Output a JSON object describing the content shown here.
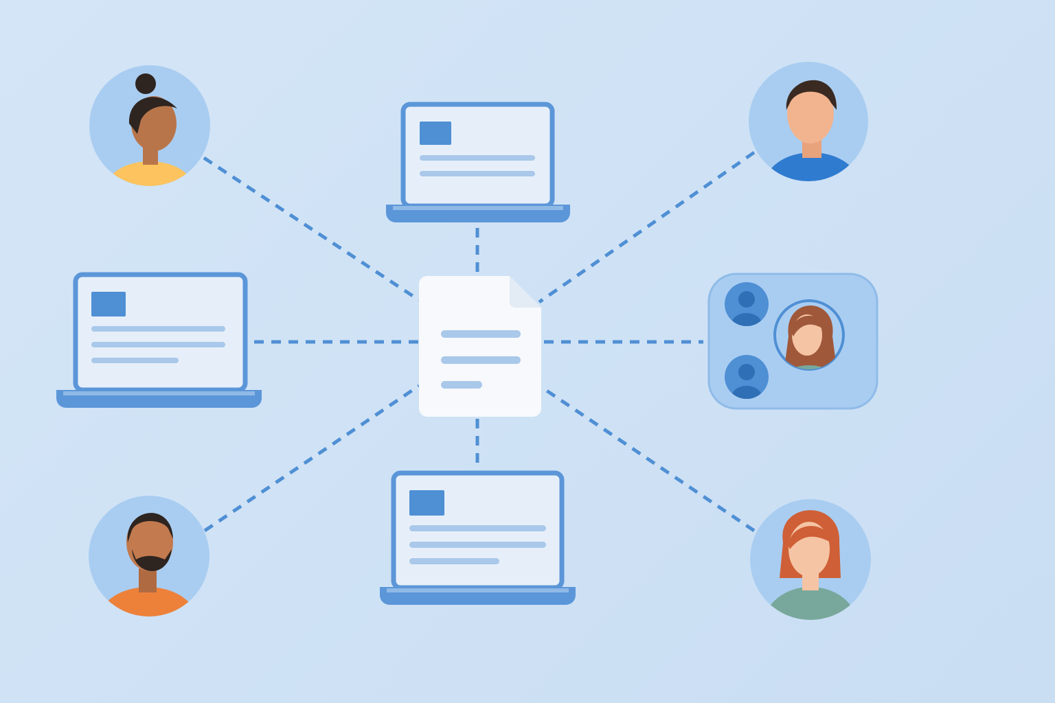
{
  "colors": {
    "background": "#cfe2f5",
    "accent": "#4f8fd4",
    "line": "#4f8fd4",
    "laptop_frame": "#5b96d8",
    "laptop_screen": "#e6eff9",
    "text_line": "#a9c8ea",
    "document": "#f7f9fc",
    "avatar_bg": "#a9cdf1"
  },
  "center": {
    "icon": "document-icon"
  },
  "devices": [
    {
      "icon": "laptop-icon",
      "position": "top"
    },
    {
      "icon": "laptop-icon",
      "position": "left"
    },
    {
      "icon": "laptop-icon",
      "position": "bottom"
    }
  ],
  "people": [
    {
      "icon": "woman-avatar-icon",
      "position": "top-left",
      "shirt": "#fcc35e",
      "skin": "#b8754a",
      "hair": "#2e2420"
    },
    {
      "icon": "man-avatar-icon",
      "position": "top-right",
      "shirt": "#2f7bd0",
      "skin": "#f2b48e",
      "hair": "#3a2a22"
    },
    {
      "icon": "bearded-man-avatar-icon",
      "position": "bottom-left",
      "shirt": "#ed813a",
      "skin": "#c27a4e",
      "hair": "#2e2420"
    },
    {
      "icon": "woman-avatar-icon",
      "position": "bottom-right",
      "shirt": "#78a89b",
      "skin": "#f5c4a4",
      "hair": "#cf5f36"
    }
  ],
  "group": {
    "icon": "group-call-icon",
    "position": "right"
  }
}
